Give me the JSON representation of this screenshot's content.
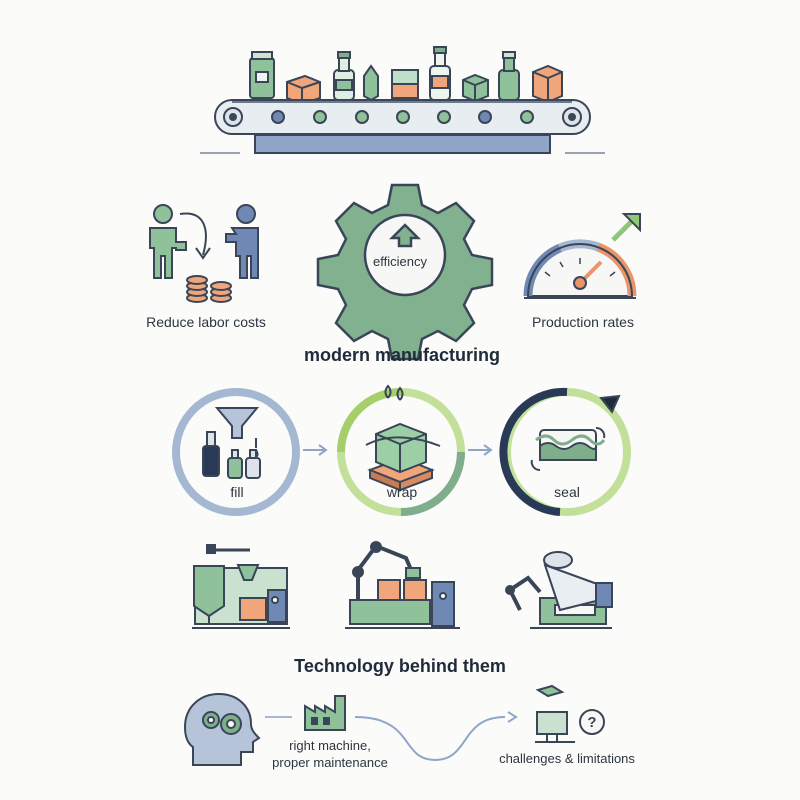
{
  "benefits": {
    "labor_label": "Reduce labor costs",
    "efficiency_label": "efficiency",
    "production_label": "Production rates"
  },
  "section1": {
    "heading": "modern manufacturing"
  },
  "processes": [
    {
      "label": "fill"
    },
    {
      "label": "wrap"
    },
    {
      "label": "seal"
    }
  ],
  "section2": {
    "heading": "Technology behind them"
  },
  "footer": {
    "machine_label_line1": "right machine,",
    "machine_label_line2": "proper maintenance",
    "challenges_label": "challenges & limitations"
  },
  "colors": {
    "green": "#7fae8c",
    "blue": "#6f89b4",
    "navy": "#283a55",
    "orange": "#e8956a",
    "lime": "#a6cf6b",
    "steel": "#8fa6c8"
  }
}
